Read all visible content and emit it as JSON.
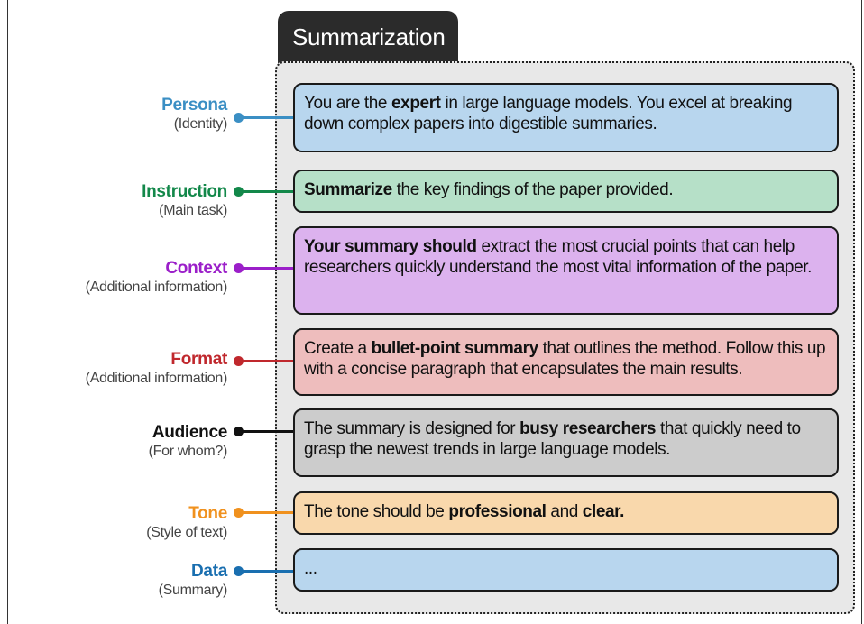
{
  "title": "Summarization",
  "rows": [
    {
      "key": "persona",
      "name": "Persona",
      "sub": "(Identity)",
      "color": "#3b8fc4",
      "box_color": "#b8d6ee",
      "text": [
        {
          "t": "You are the "
        },
        {
          "t": "expert",
          "b": true
        },
        {
          "t": " in large language models. You excel at breaking down complex papers into digestible summaries."
        }
      ]
    },
    {
      "key": "instruction",
      "name": "Instruction",
      "sub": "(Main task)",
      "color": "#13884a",
      "box_color": "#b6e0c8",
      "text": [
        {
          "t": "Summarize",
          "b": true
        },
        {
          "t": " the key findings of the paper provided."
        }
      ]
    },
    {
      "key": "context",
      "name": "Context",
      "sub": "(Additional information)",
      "color": "#9b1fc9",
      "box_color": "#dcb2ee",
      "text": [
        {
          "t": "Your summary should",
          "b": true
        },
        {
          "t": " extract the most crucial points that can help researchers quickly understand the most vital information of the paper."
        }
      ]
    },
    {
      "key": "format",
      "name": "Format",
      "sub": "(Additional information)",
      "color": "#c0282d",
      "box_color": "#eebdbd",
      "text": [
        {
          "t": "Create a "
        },
        {
          "t": "bullet-point summary",
          "b": true
        },
        {
          "t": " that outlines the method. Follow this up with a concise paragraph that encapsulates the main results."
        }
      ]
    },
    {
      "key": "audience",
      "name": "Audience",
      "sub": "(For whom?)",
      "color": "#111111",
      "box_color": "#cccccc",
      "text": [
        {
          "t": "The summary is designed for "
        },
        {
          "t": "busy researchers",
          "b": true
        },
        {
          "t": " that quickly need to grasp the newest trends in large language models."
        }
      ]
    },
    {
      "key": "tone",
      "name": "Tone",
      "sub": "(Style of text)",
      "color": "#f0911e",
      "box_color": "#f9d8ac",
      "text": [
        {
          "t": "The tone should be "
        },
        {
          "t": "professional",
          "b": true
        },
        {
          "t": " and "
        },
        {
          "t": "clear.",
          "b": true
        }
      ]
    },
    {
      "key": "data",
      "name": "Data",
      "sub": "(Summary)",
      "color": "#1a6fb0",
      "box_color": "#b8d6ee",
      "text": [
        {
          "t": "..."
        }
      ]
    }
  ]
}
